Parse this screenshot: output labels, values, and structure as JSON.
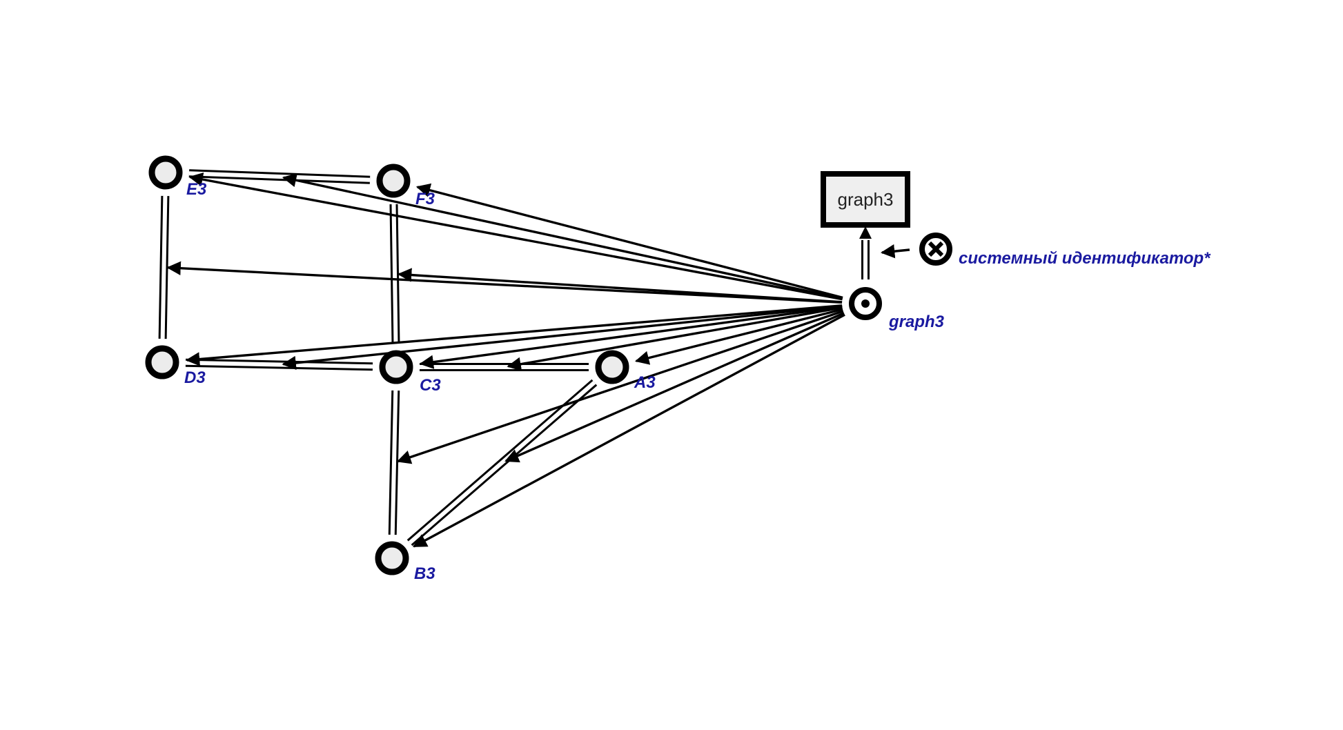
{
  "nodes": [
    {
      "id": "A3",
      "label": "A3"
    },
    {
      "id": "B3",
      "label": "B3"
    },
    {
      "id": "C3",
      "label": "C3"
    },
    {
      "id": "D3",
      "label": "D3"
    },
    {
      "id": "E3",
      "label": "E3"
    },
    {
      "id": "F3",
      "label": "F3"
    },
    {
      "id": "graph3",
      "label": "graph3"
    },
    {
      "id": "sysid",
      "label": "системный идентификатор*"
    }
  ],
  "link_box": {
    "text": "graph3"
  },
  "colors": {
    "label": "#1a1aa0",
    "stroke": "#000000",
    "node_fill": "#ececec"
  },
  "icons": {
    "graph_node": "circled-dot-icon",
    "relation_node": "circled-x-icon"
  }
}
